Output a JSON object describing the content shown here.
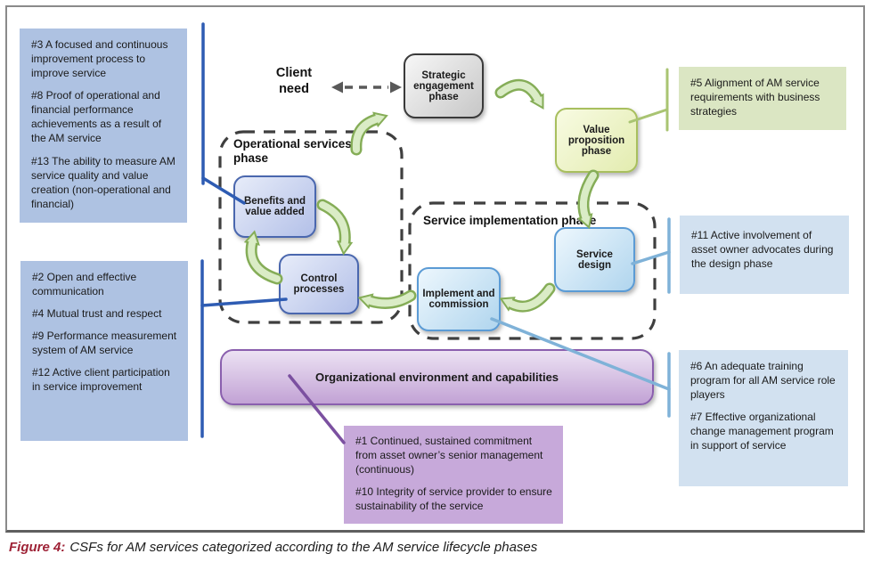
{
  "caption": {
    "label": "Figure 4:",
    "text": "CSFs for AM services categorized according to the AM service lifecycle phases"
  },
  "diagram": {
    "client_need": "Client need",
    "phases": {
      "strategic_engagement": "Strategic engagement phase",
      "value_proposition": "Value proposition phase",
      "operational_services": "Operational services phase",
      "service_implementation": "Service implementation phase"
    },
    "process_steps": {
      "benefits": "Benefits and value added",
      "control": "Control processes",
      "service_design": "Service design",
      "implement": "Implement and commission"
    },
    "org_bar": "Organizational environment and capabilities",
    "csf_groups": {
      "operational_top": {
        "items": [
          "#3 A focused and continuous improvement process to improve service",
          "#8 Proof of operational and financial performance achievements as a result of the AM service",
          "#13 The ability to measure AM service quality and value creation (non-operational and financial)"
        ]
      },
      "operational_bottom": {
        "items": [
          "#2 Open and effective communication",
          "#4 Mutual trust and respect",
          "#9 Performance measurement system of AM service",
          "#12 Active client participation in service improvement"
        ]
      },
      "value_proposition": {
        "items": [
          "#5 Alignment of AM service requirements with business strategies"
        ]
      },
      "service_design": {
        "items": [
          "#11 Active involvement of asset owner advocates during the design phase"
        ]
      },
      "implementation": {
        "items": [
          "#6 An adequate training program for all AM service role players",
          "#7 Effective organizational change management program in support of service"
        ]
      },
      "organizational": {
        "items": [
          "#1 Continued, sustained commitment from asset owner’s senior management (continuous)",
          "#10 Integrity of service provider to ensure sustainability of the service"
        ]
      }
    }
  },
  "colors": {
    "csf_blue_left": "#aec2e2",
    "csf_blue_right": "#d2e1f0",
    "csf_green": "#dbe6c3",
    "csf_purple": "#c7a9da",
    "org_bar_border": "#8a5fae",
    "connector_blue": "#2e5cb3",
    "connector_light_blue": "#7fb2d8",
    "connector_green": "#a9c472",
    "connector_purple": "#7b50a0",
    "arrow_fill": "#daecc6",
    "arrow_stroke": "#85ad57",
    "dashed_border": "#3f3f3f",
    "caption_label": "#9e2236"
  }
}
